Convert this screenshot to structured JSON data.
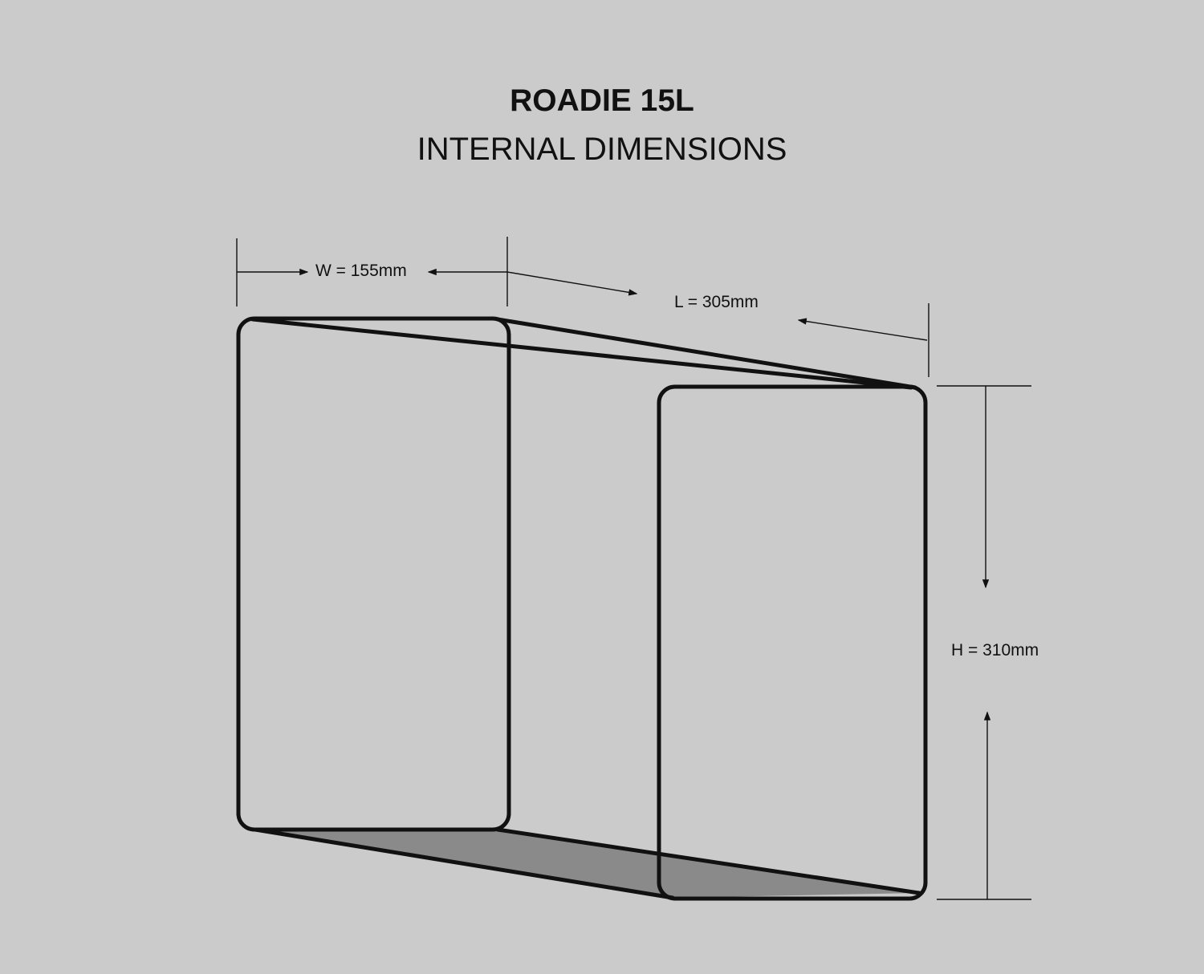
{
  "title": "ROADIE 15L",
  "subtitle": "INTERNAL DIMENSIONS",
  "dimensions": {
    "width": "W = 155mm",
    "length": "L = 305mm",
    "height": "H = 310mm"
  },
  "colors": {
    "background": "#cbcbcb",
    "floor": "#8a8a8a",
    "outline": "#111111"
  }
}
